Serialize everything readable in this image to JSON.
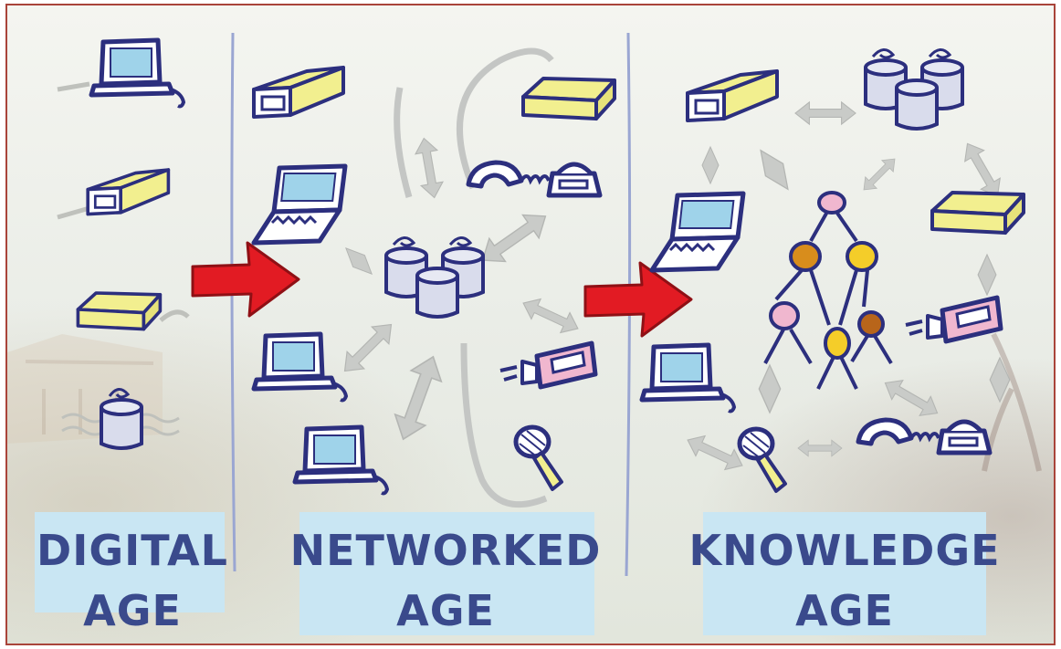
{
  "stages": [
    {
      "id": "digital",
      "line1": "DIGITAL",
      "line2": "AGE"
    },
    {
      "id": "networked",
      "line1": "NETWORKED",
      "line2": "AGE"
    },
    {
      "id": "knowledge",
      "line1": "KNOWLEDGE",
      "line2": "AGE"
    }
  ],
  "colors": {
    "ink": "#2c2f7e",
    "screen": "#9fd3ea",
    "yellow": "#f2ef8f",
    "db": "#d9dcec",
    "arrow_red": "#e21b23",
    "grey_arrow": "#c4c6c4",
    "person_pink": "#f0b7cf",
    "person_orange": "#d88d1c",
    "person_yellow": "#f4cd29",
    "person_brown": "#b8651a",
    "divider": "#9aa6d2",
    "frame": "#a9443a",
    "label_bg": "#c9e6f3"
  },
  "icons": [
    "computer-icon",
    "scanner-icon",
    "box-icon",
    "database-icon",
    "laptop-icon",
    "phone-icon",
    "videocamera-icon",
    "microphone-icon",
    "person-icon"
  ]
}
